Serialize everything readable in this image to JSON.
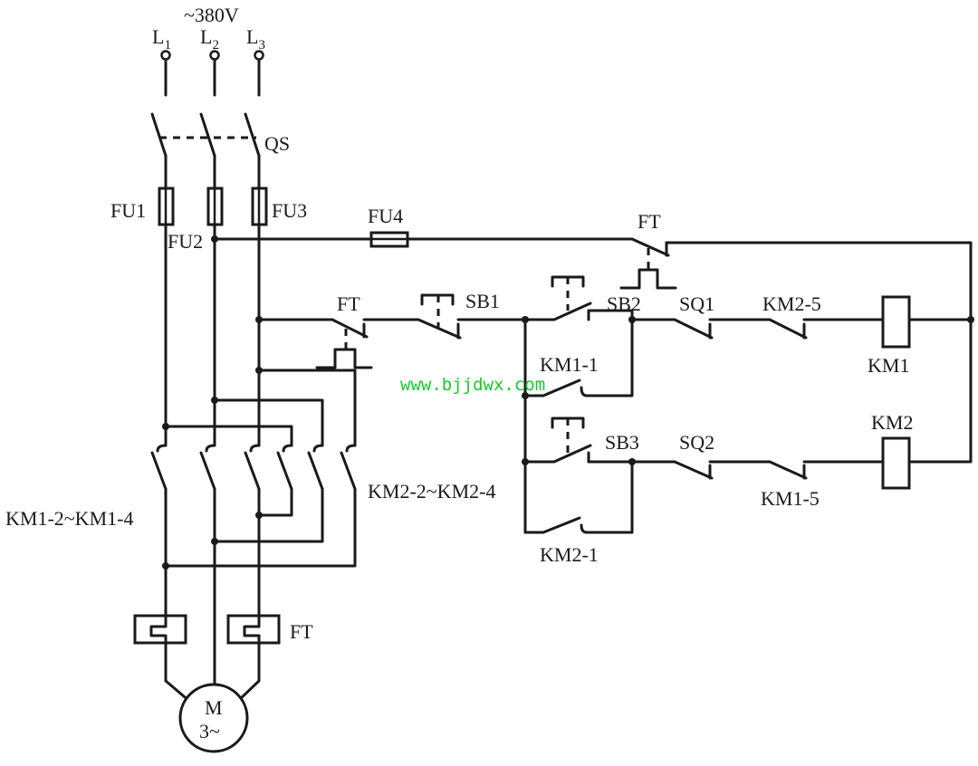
{
  "supply": {
    "voltage": "~380V",
    "l1": "L",
    "l1_sub": "1",
    "l2": "L",
    "l2_sub": "2",
    "l3": "L",
    "l3_sub": "3"
  },
  "labels": {
    "qs": "QS",
    "fu1": "FU1",
    "fu2": "FU2",
    "fu3": "FU3",
    "fu4": "FU4",
    "ft_top": "FT",
    "ft_mid": "FT",
    "ft_bottom": "FT",
    "sb1": "SB1",
    "sb2": "SB2",
    "sb3": "SB3",
    "sq1": "SQ1",
    "sq2": "SQ2",
    "km2_5": "KM2-5",
    "km1_5": "KM1-5",
    "km1": "KM1",
    "km2": "KM2",
    "km1_1": "KM1-1",
    "km2_1": "KM2-1",
    "km1_main": "KM1-2~KM1-4",
    "km2_main": "KM2-2~KM2-4"
  },
  "motor": {
    "symbol": "M",
    "phase": "3~"
  },
  "watermark": "www.bjjdwx.com"
}
